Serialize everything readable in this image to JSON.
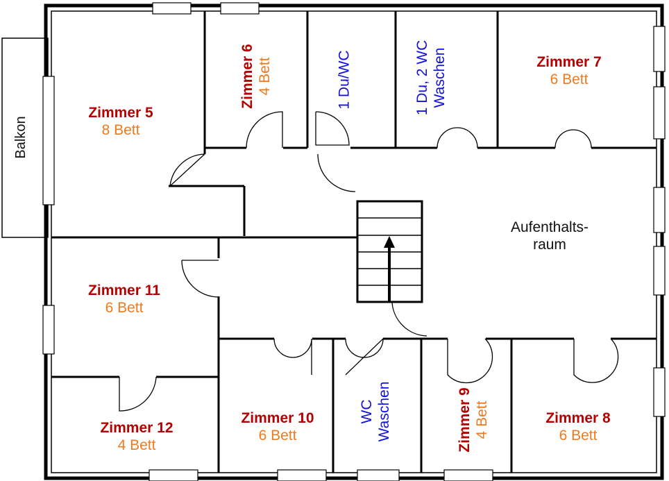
{
  "rooms": {
    "zimmer5": {
      "name": "Zimmer 5",
      "beds": "8 Bett"
    },
    "zimmer6": {
      "name": "Zimmer 6",
      "beds": "4 Bett"
    },
    "zimmer7": {
      "name": "Zimmer 7",
      "beds": "6 Bett"
    },
    "zimmer8": {
      "name": "Zimmer 8",
      "beds": "6 Bett"
    },
    "zimmer9": {
      "name": "Zimmer 9",
      "beds": "4 Bett"
    },
    "zimmer10": {
      "name": "Zimmer 10",
      "beds": "6 Bett"
    },
    "zimmer11": {
      "name": "Zimmer 11",
      "beds": "6 Bett"
    },
    "zimmer12": {
      "name": "Zimmer 12",
      "beds": "4 Bett"
    }
  },
  "bathrooms": {
    "shower1": {
      "line1": "1 Du/WC"
    },
    "shower2": {
      "line1": "1 Du, 2 WC",
      "line2": "Waschen"
    },
    "wc": {
      "line1": "WC",
      "line2": "Waschen"
    }
  },
  "common": {
    "line1": "Aufenthalts-",
    "line2": "raum"
  },
  "balcony": {
    "label": "Balkon"
  },
  "colors": {
    "room_name": "#b40000",
    "beds": "#ef7a1f",
    "bath": "#1010e0",
    "walls": "#000000"
  }
}
